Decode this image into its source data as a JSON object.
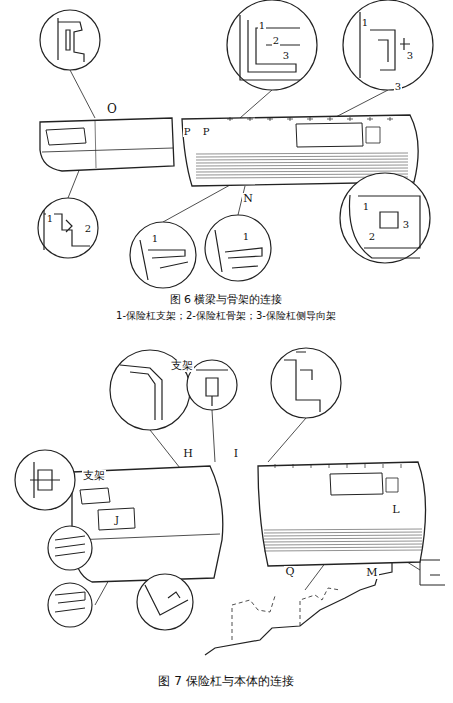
{
  "diagram": {
    "labels": [
      "O",
      "1",
      "2",
      "3",
      "1",
      "3",
      "3",
      "P",
      "P",
      "1",
      "2",
      "N",
      "1",
      "1",
      "1",
      "2",
      "3",
      "图 6 横梁与骨架的连接",
      "1-保险杠支架；2-保险杠骨架；3-保险杠侧导向架",
      "支架",
      "支架",
      "H",
      "I",
      "J",
      "L",
      "Q",
      "M",
      "图 7 保险杠与本体的连接"
    ]
  }
}
